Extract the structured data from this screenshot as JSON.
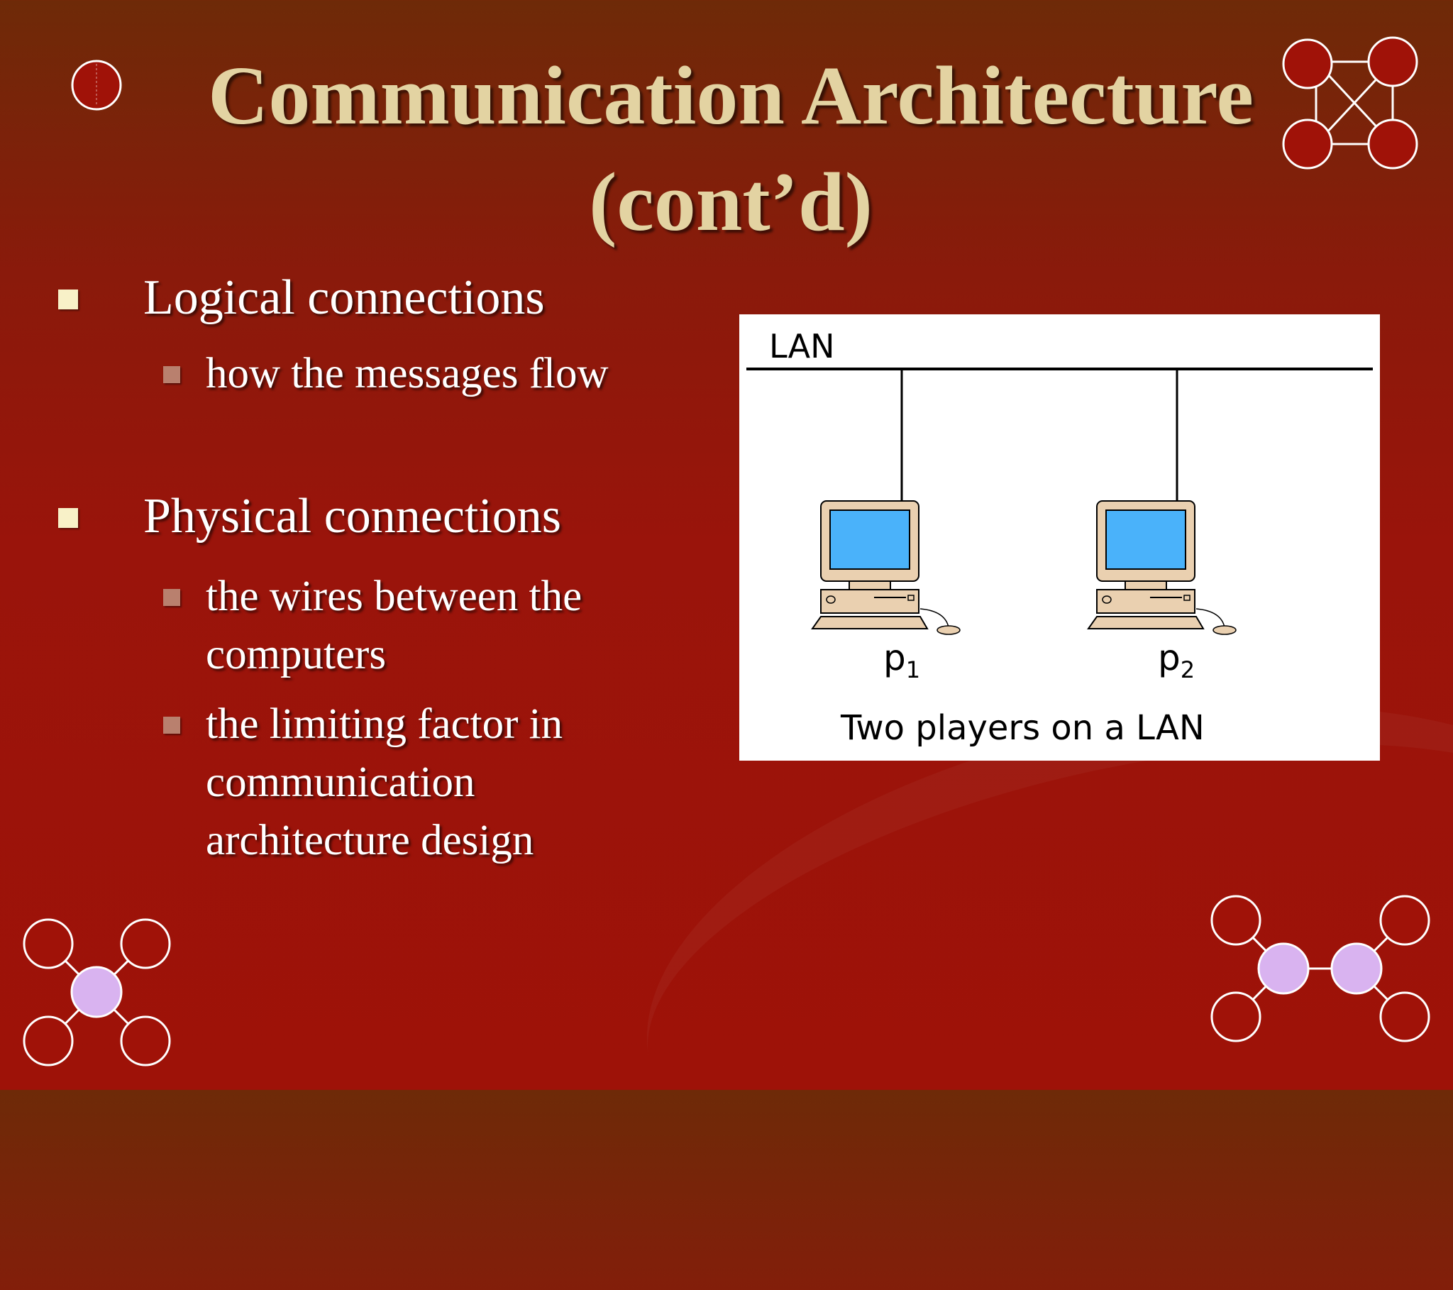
{
  "slide": {
    "title_line1": "Communication Architecture",
    "title_line2": "(cont’d)"
  },
  "bullets": [
    {
      "text": "Logical connections",
      "sub": [
        "how the messages flow"
      ]
    },
    {
      "text": "Physical connections",
      "sub": [
        {
          "lines": [
            "the wires between the",
            "computers"
          ]
        },
        {
          "lines": [
            "the limiting factor in",
            "communication",
            "architecture design"
          ]
        }
      ]
    }
  ],
  "figure": {
    "network_label": "LAN",
    "node1_label": "p",
    "node1_sub": "1",
    "node2_label": "p",
    "node2_sub": "2",
    "caption": "Two players on a LAN"
  },
  "colors": {
    "title": "#e3d3a2",
    "node_fill": "#a01208",
    "node_highlight": "#d9b3f0",
    "screen": "#4ab2fa",
    "computer_body": "#ead0b0"
  }
}
